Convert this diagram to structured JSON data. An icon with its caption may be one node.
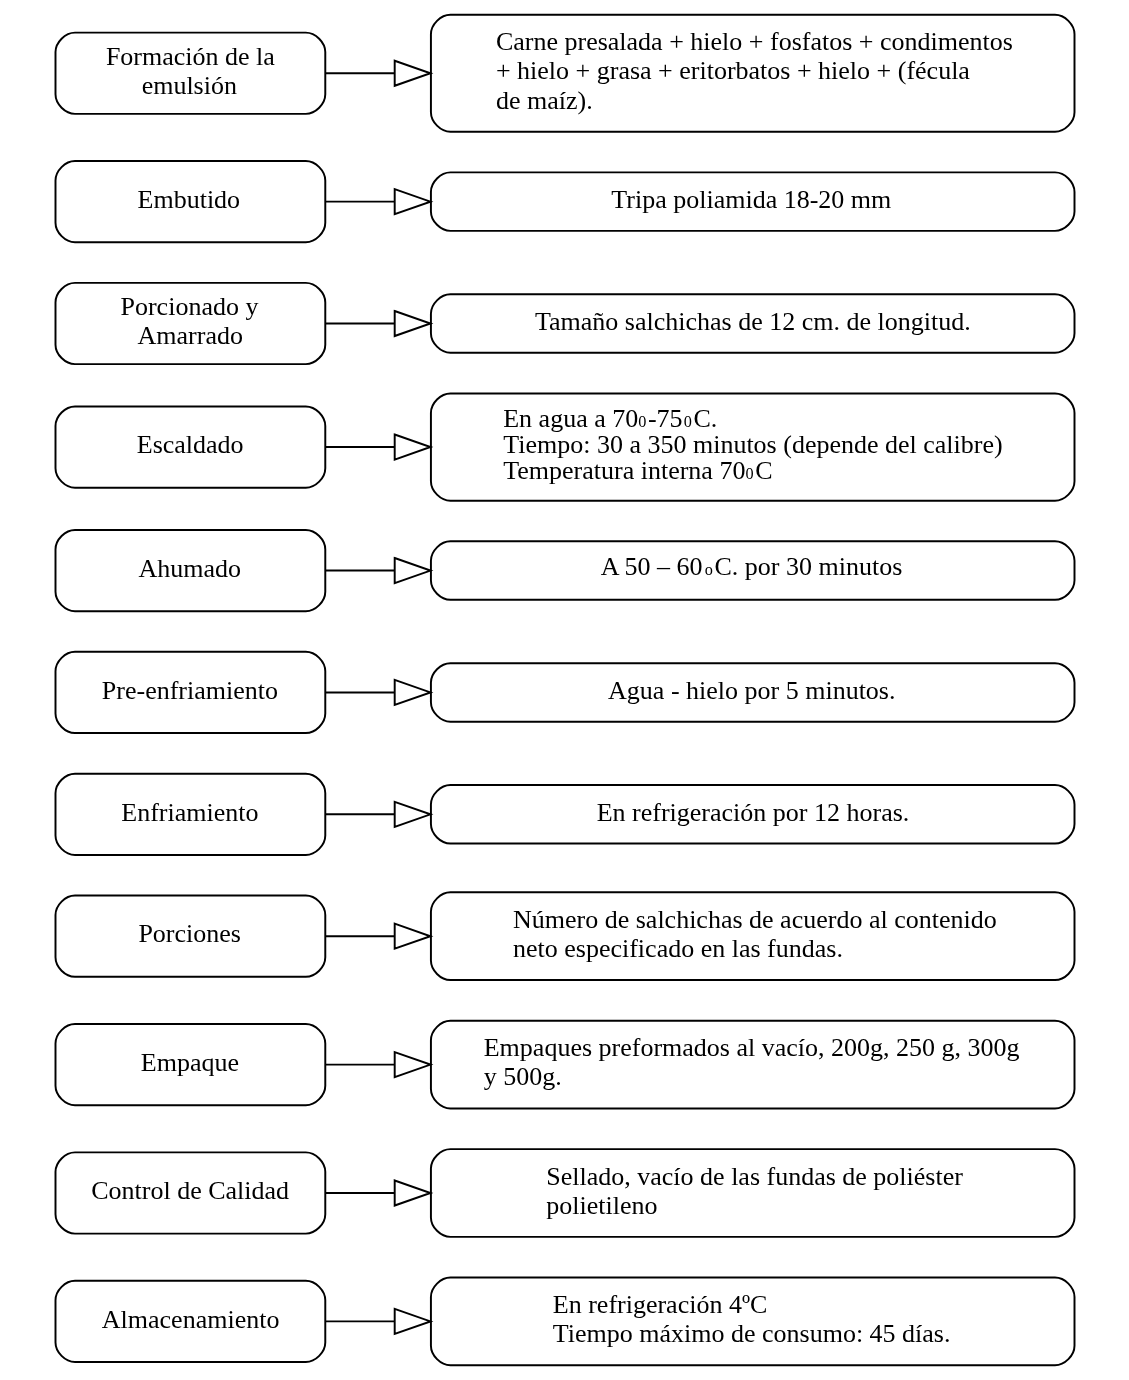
{
  "diagram": {
    "nodes": [
      {
        "text": [
          "Formación de la emulsión"
        ]
      },
      {
        "text": [
          "Carne presalada + hielo + fosfatos + condimentos + hielo + grasa + eritorbatos + hielo + (fécula de maíz)."
        ]
      },
      {
        "text": [
          "Embutido"
        ]
      },
      {
        "text": [
          "Tripa poliamida 18-20 mm"
        ]
      },
      {
        "text": [
          "Porcionado y Amarrado"
        ]
      },
      {
        "text": [
          "Tamaño salchichas de 12 cm. de longitud."
        ]
      },
      {
        "text": [
          "Escaldado"
        ]
      },
      {
        "text": [
          "En agua a 70$^{0}$-75$^{0}$C.",
          "Tiempo: 30 a 350 minutos (depende del calibre)",
          "Temperatura interna 70$^{0}$C"
        ]
      },
      {
        "text": [
          "Ahumado"
        ]
      },
      {
        "text": [
          "A 50 – 60$^{o}$C. por 30 minutos"
        ]
      },
      {
        "text": [
          "Pre-enfriamiento"
        ]
      },
      {
        "text": [
          "Agua - hielo por 5 minutos."
        ]
      },
      {
        "text": [
          "Enfriamiento"
        ]
      },
      {
        "text": [
          "En refrigeración por 12 horas."
        ]
      },
      {
        "text": [
          "Porciones"
        ]
      },
      {
        "text": [
          "Número de salchichas de acuerdo al contenido neto especificado en las fundas."
        ]
      },
      {
        "text": [
          "Empaque"
        ]
      },
      {
        "text": [
          "Empaques preformados al vacío, 200g, 250 g, 300g y 500g."
        ]
      },
      {
        "text": [
          "Control de Calidad"
        ]
      },
      {
        "text": [
          "Sellado, vacío de las fundas de poliéster polietileno"
        ]
      },
      {
        "text": [
          "Almacenamiento"
        ]
      },
      {
        "text": [
          "En refrigeración 4ºC",
          "Tiempo máximo de consumo: 45 días."
        ]
      }
    ],
    "edges": [
      {
        "from": 0,
        "to": 1,
        "arrow": "to"
      },
      {
        "from": 2,
        "to": 3,
        "arrow": "to"
      },
      {
        "from": 4,
        "to": 5,
        "arrow": "to"
      },
      {
        "from": 6,
        "to": 7,
        "arrow": "to"
      },
      {
        "from": 8,
        "to": 9,
        "arrow": "to"
      },
      {
        "from": 10,
        "to": 11,
        "arrow": "to"
      },
      {
        "from": 12,
        "to": 13,
        "arrow": "to"
      },
      {
        "from": 14,
        "to": 15,
        "arrow": "to"
      },
      {
        "from": 16,
        "to": 17,
        "arrow": "to"
      },
      {
        "from": 18,
        "to": 19,
        "arrow": "to"
      },
      {
        "from": 20,
        "to": 21,
        "arrow": "to"
      }
    ]
  }
}
